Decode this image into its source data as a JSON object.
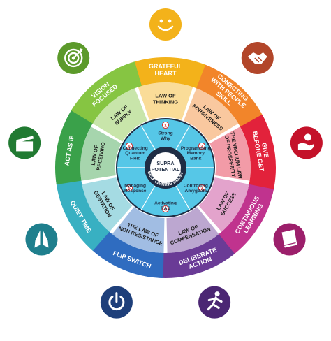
{
  "diagram": {
    "center": {
      "title_line1": "SUPRA",
      "title_line2": "POTENTIAL",
      "ring_text": "SELF LIMITING BELIEF"
    },
    "inner_steps": [
      {
        "number": "1",
        "lines": [
          "Strong",
          "Why"
        ]
      },
      {
        "number": "2",
        "lines": [
          "Programming",
          "Memory",
          "Bank"
        ]
      },
      {
        "number": "3",
        "lines": [
          "Controlling",
          "Amygdala"
        ]
      },
      {
        "number": "4",
        "lines": [
          "Activating",
          "RAS"
        ]
      },
      {
        "number": "5",
        "lines": [
          "Managing",
          "Response"
        ]
      },
      {
        "number": "6",
        "lines": [
          "Connecting",
          "Quantum",
          "Field"
        ]
      }
    ],
    "segments": [
      {
        "outer": [
          "GRATEFUL",
          "HEART"
        ],
        "law": [
          "LAW OF",
          "THINKING"
        ],
        "color": "#f3b21a",
        "icon": "smiley-icon",
        "icon_color": "#f3b21a"
      },
      {
        "outer": [
          "CONECTING",
          "WITH PEOPLE",
          "SKILL"
        ],
        "law": [
          "LAW OF",
          "FORGIVENESS"
        ],
        "color": "#f2852a",
        "icon": "handshake-icon",
        "icon_color": "#b2462a"
      },
      {
        "outer": [
          "GIVE",
          "BEFORE GET"
        ],
        "law": [
          "THE VACUUM LAW",
          "OF PROSPERITY"
        ],
        "color": "#e2223b",
        "icon": "giving-hand-icon",
        "icon_color": "#c4122a"
      },
      {
        "outer": [
          "CONTINUOUS",
          "LEARNING"
        ],
        "law": [
          "LAW OF",
          "SUCCESS"
        ],
        "color": "#c0338e",
        "icon": "book-icon",
        "icon_color": "#9c1f6b"
      },
      {
        "outer": [
          "DELIBERATE",
          "ACTION"
        ],
        "law": [
          "LAW OF",
          "COMPENSATION"
        ],
        "color": "#6a3b96",
        "icon": "running-man-icon",
        "icon_color": "#4b2673"
      },
      {
        "outer": [
          "FLIP SWITCH"
        ],
        "law": [
          "THE LAW OF",
          "NON RESISTANCE"
        ],
        "color": "#2f6cc0",
        "icon": "power-icon",
        "icon_color": "#1e3f7a"
      },
      {
        "outer": [
          "QUIET TIME"
        ],
        "law": [
          "LAW OF",
          "GESTATION"
        ],
        "color": "#38b0c2",
        "icon": "praying-hands-icon",
        "icon_color": "#1f7f8d"
      },
      {
        "outer": [
          "ACT AS IF"
        ],
        "law": [
          "LAW OF",
          "RECEIVING"
        ],
        "color": "#3aa14a",
        "icon": "clapperboard-icon",
        "icon_color": "#217a32"
      },
      {
        "outer": [
          "VISION",
          "FOCUSED"
        ],
        "law": [
          "LAW OF",
          "SUPPLY"
        ],
        "color": "#86c542",
        "icon": "target-icon",
        "icon_color": "#5c9a2b"
      }
    ],
    "colors": {
      "hub_fill": "#56c7e7",
      "hub_ring": "#1f2d44",
      "hub_lines": "#ffffff",
      "law_tint_opacity": "0.45"
    }
  }
}
